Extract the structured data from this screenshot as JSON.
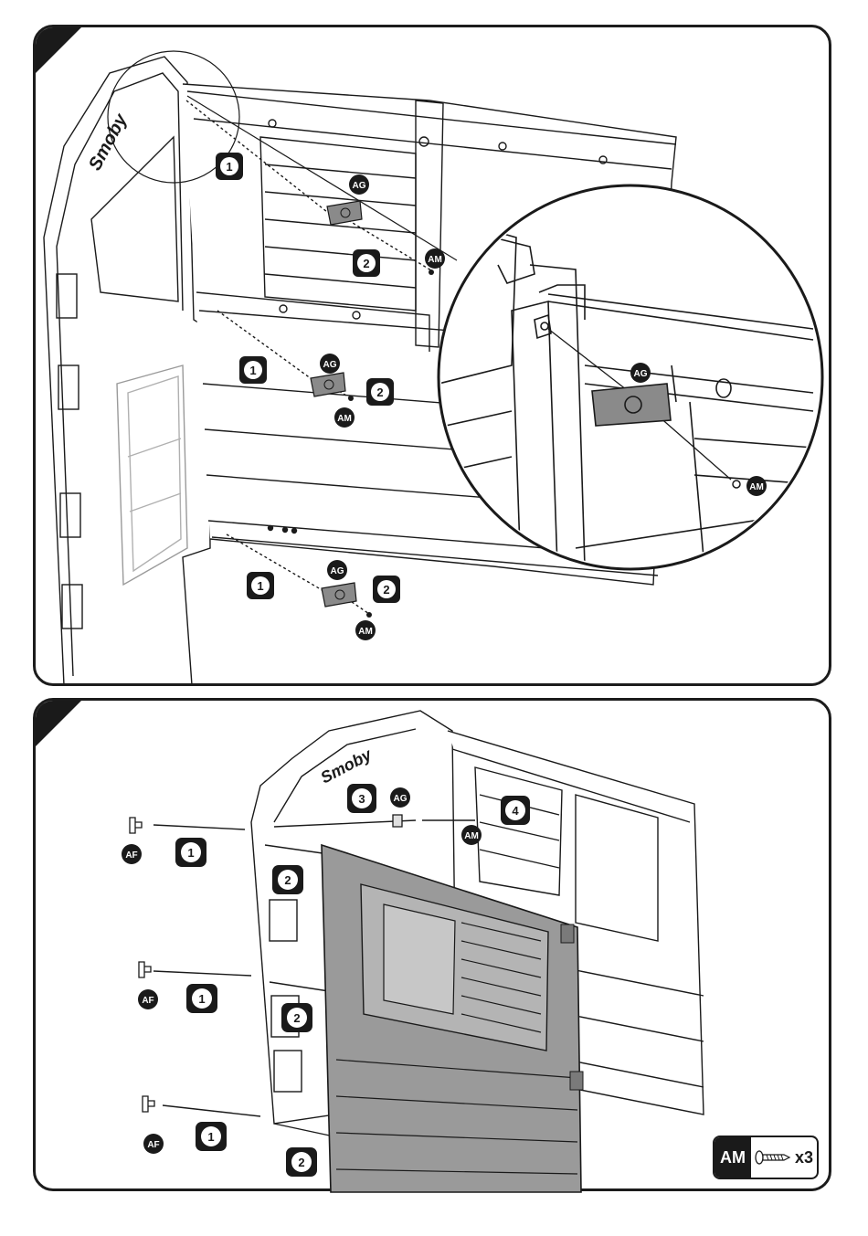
{
  "step_a": {
    "brand_text": "Smoby",
    "callouts": [
      {
        "label": "1"
      },
      {
        "label": "2"
      },
      {
        "label": "1"
      },
      {
        "label": "2"
      },
      {
        "label": "1"
      },
      {
        "label": "2"
      }
    ],
    "parts": {
      "ag": "AG",
      "am": "AM"
    },
    "detail": {
      "ag": "AG",
      "am": "AM"
    }
  },
  "step_b": {
    "brand_text": "Smoby",
    "callouts": [
      {
        "label": "1"
      },
      {
        "label": "2"
      },
      {
        "label": "3"
      },
      {
        "label": "4"
      },
      {
        "label": "1"
      },
      {
        "label": "2"
      },
      {
        "label": "1"
      },
      {
        "label": "2"
      }
    ],
    "parts": {
      "af": "AF",
      "ag": "AG",
      "am": "AM"
    }
  },
  "legend": {
    "code": "AM",
    "quantity": "x3",
    "icon": "screw-icon"
  },
  "colors": {
    "ink": "#1a1a1a",
    "part_grey": "#8a8a8a",
    "door_grey": "#9a9a9a"
  }
}
